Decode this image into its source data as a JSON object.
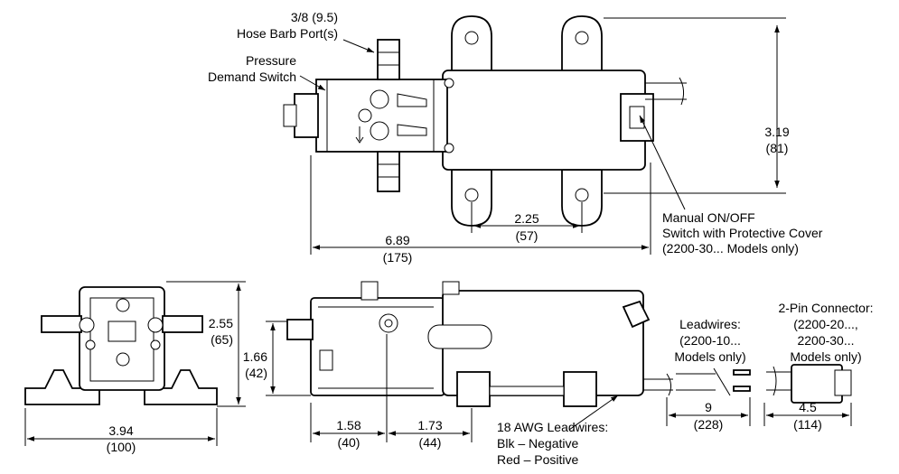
{
  "labels": {
    "hose_barb": [
      "3/8 (9.5)",
      "Hose Barb Port(s)"
    ],
    "pressure_switch": [
      "Pressure",
      "Demand Switch"
    ],
    "manual_switch": [
      "Manual ON/OFF",
      "Switch with Protective Cover",
      "(2200-30... Models only)"
    ],
    "leadwires": [
      "Leadwires:",
      "(2200-10...",
      "Models only)"
    ],
    "connector": [
      "2-Pin Connector:",
      "(2200-20...,",
      "2200-30...",
      "Models only)"
    ],
    "awg": [
      "18 AWG Leadwires:",
      "Blk – Negative",
      "Red – Positive"
    ]
  },
  "dimensions": {
    "top_height": [
      "3.19",
      "(81)"
    ],
    "mount_spacing": [
      "2.25",
      "(57)"
    ],
    "overall_length": [
      "6.89",
      "(175)"
    ],
    "end_height": [
      "2.55",
      "(65)"
    ],
    "port_height": [
      "1.66",
      "(42)"
    ],
    "end_width": [
      "3.94",
      "(100)"
    ],
    "head_length": [
      "1.58",
      "(40)"
    ],
    "mid_length": [
      "1.73",
      "(44)"
    ],
    "lead_length": [
      "9",
      "(228)"
    ],
    "connector_length": [
      "4.5",
      "(114)"
    ]
  }
}
